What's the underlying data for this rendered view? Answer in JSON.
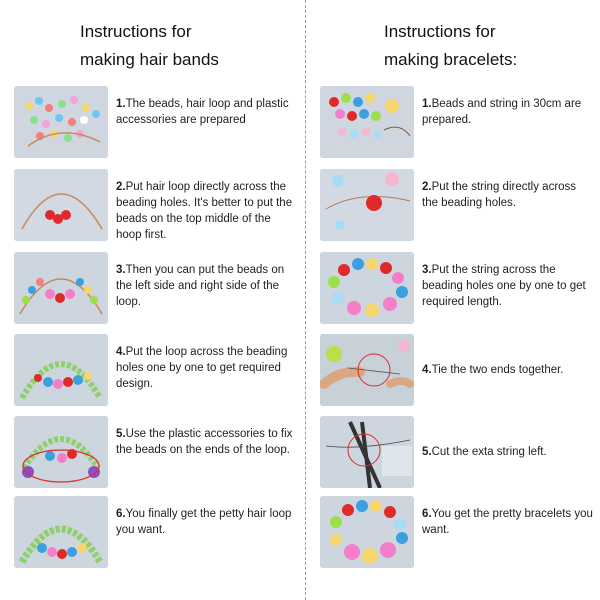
{
  "left": {
    "title_line1": "Instructions for",
    "title_line2": "making hair bands",
    "steps": [
      {
        "num": "1.",
        "text": "The beads, hair loop and plastic accessories are prepared"
      },
      {
        "num": "2.",
        "text": "Put hair loop directly across the beading holes. It's better to put the beads on the top middle of the hoop first."
      },
      {
        "num": "3.",
        "text": "Then you can put the beads on the left side and right side of the loop."
      },
      {
        "num": "4.",
        "text": "Put the loop across the beading holes one by one to get required design."
      },
      {
        "num": "5.",
        "text": "Use the plastic accessories to fix the beads on the ends of the loop."
      },
      {
        "num": "6.",
        "text": "You finally get the petty hair loop you want."
      }
    ]
  },
  "right": {
    "title_line1": "Instructions for",
    "title_line2": "making bracelets:",
    "steps": [
      {
        "num": "1.",
        "text": "Beads and string in 30cm are prepared."
      },
      {
        "num": "2.",
        "text": "Put the string directly across the beading holes."
      },
      {
        "num": "3.",
        "text": "Put the string across the beading holes one by one to get required length."
      },
      {
        "num": "4.",
        "text": "Tie the two ends together."
      },
      {
        "num": "5.",
        "text": "Cut the exta string left."
      },
      {
        "num": "6.",
        "text": "You get the pretty bracelets you want."
      }
    ]
  }
}
